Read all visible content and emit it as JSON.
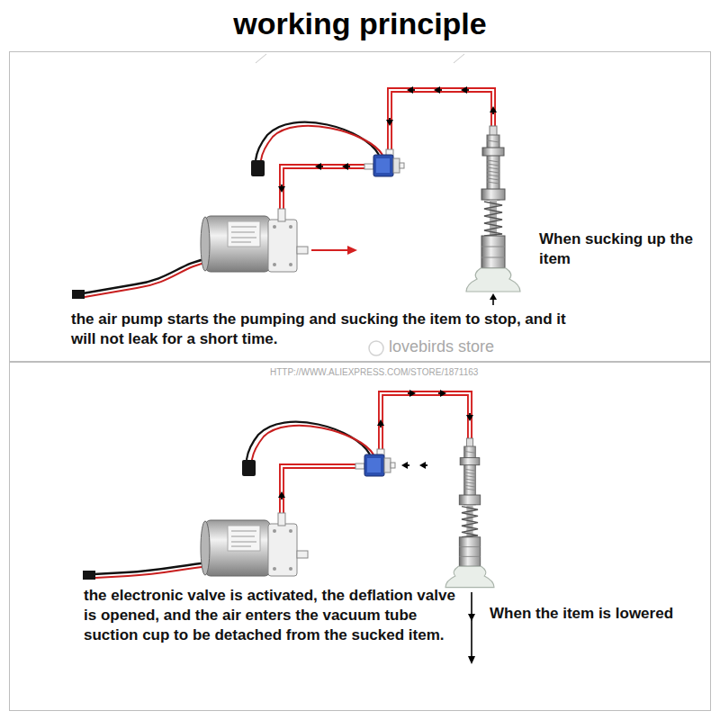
{
  "diagram": {
    "title": "working principle",
    "nodes": [
      {
        "text": [
          "When sucking up the item",
          "the air pump starts the pumping and sucking the item to stop, and it will not leak for a short time."
        ]
      },
      {
        "text": [
          "When the item is lowered",
          "the electronic valve is activated, the deflation valve is opened, and the air enters the vacuum tube suction cup to be detached from the sucked item."
        ]
      }
    ],
    "labels": [
      "lovebirds store",
      "HTTP://WWW.ALIEXPRESS.COM/STORE/1871163"
    ]
  }
}
